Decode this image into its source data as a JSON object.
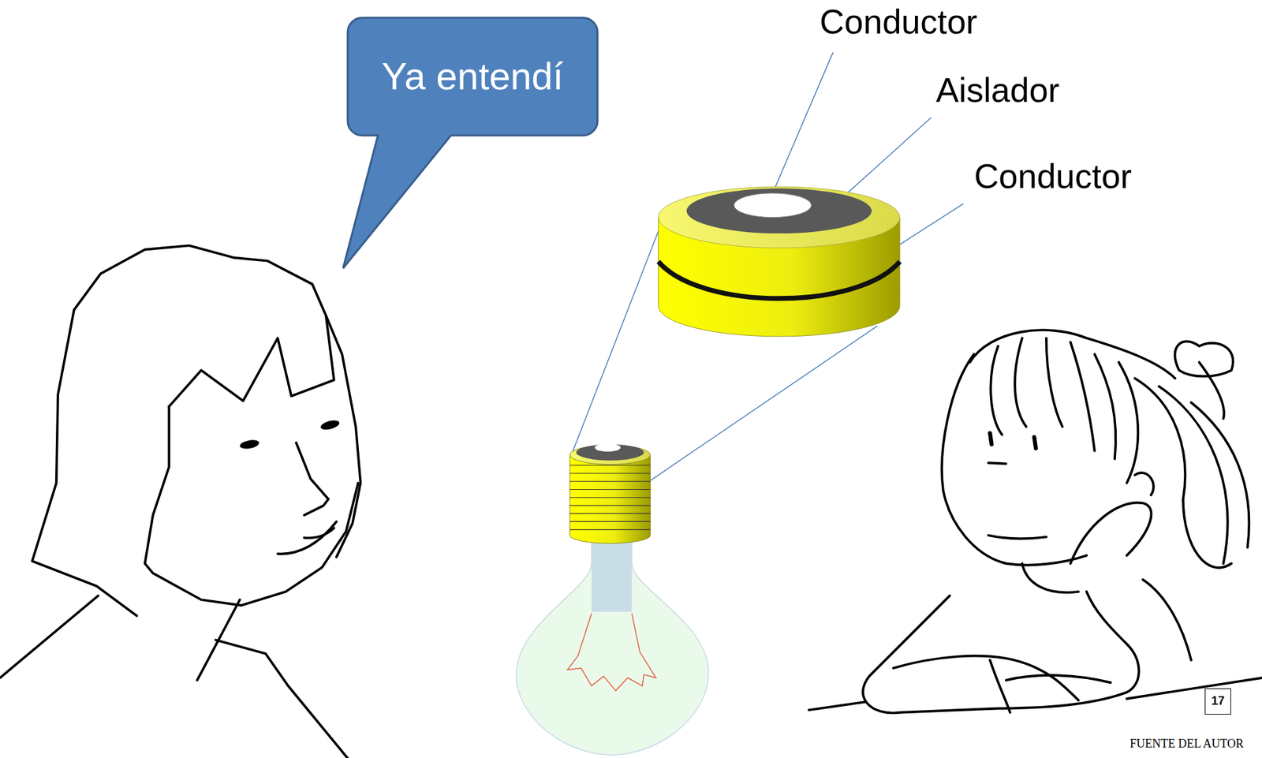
{
  "diagram": {
    "nodes": [
      {
        "text": [
          "Ya entendí"
        ]
      },
      {
        "text": [
          "17"
        ]
      }
    ],
    "labels": [
      "Conductor",
      "Aislador",
      "Conductor",
      "FUENTE DEL AUTOR"
    ]
  }
}
